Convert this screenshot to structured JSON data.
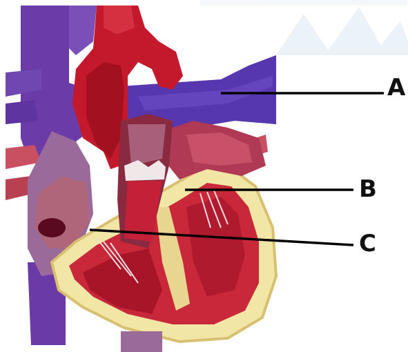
{
  "labels": {
    "a": "A",
    "b": "B",
    "c": "C"
  },
  "colors": {
    "vein": "#6a3aa6",
    "vein_dark": "#4e2a86",
    "artery": "#c4182c",
    "artery_dark": "#8a0c1c",
    "pulmonary": "#5a3bb0",
    "muscle": "#c9283a",
    "wall": "#f2e6a6",
    "wall_edge": "#d8c070",
    "atrium_purple": "#9a6a9a",
    "pointer": "#000000",
    "watermark": "#d9e6f2"
  },
  "icons": {
    "structure": "heart-cross-section-illustration"
  }
}
